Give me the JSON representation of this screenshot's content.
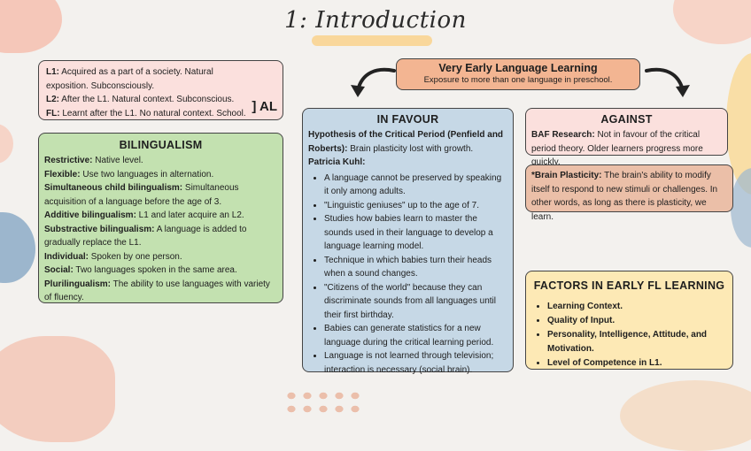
{
  "title": "1: Introduction",
  "center": {
    "title": "Very Early Language Learning",
    "subtitle": "Exposure to more than one language in preschool."
  },
  "al_box": {
    "items": [
      {
        "term": "L1:",
        "text": " Acquired as a part of a society. Natural exposition. Subconsciously."
      },
      {
        "term": "L2:",
        "text": " After the L1. Natural context. Subconscious."
      },
      {
        "term": "FL:",
        "text": " Learnt after the L1. No natural context. School."
      }
    ],
    "bracket_label": "] AL"
  },
  "bilingualism": {
    "title": "BILINGUALISM",
    "items": [
      {
        "term": "Restrictive:",
        "text": " Native level."
      },
      {
        "term": "Flexible:",
        "text": " Use two languages in alternation."
      },
      {
        "term": "Simultaneous child bilingualism:",
        "text": " Simultaneous acquisition of a language before the age of 3."
      },
      {
        "term": "Additive bilingualism:",
        "text": " L1 and later acquire an L2."
      },
      {
        "term": "Substractive bilingualism:",
        "text": " A language is added to gradually replace the L1."
      },
      {
        "term": "Individual:",
        "text": " Spoken by one person."
      },
      {
        "term": "Social:",
        "text": " Two languages spoken in the same area."
      },
      {
        "term": "Plurilingualism:",
        "text": " The ability to use languages with variety of fluency."
      }
    ]
  },
  "in_favour": {
    "title": "IN FAVOUR",
    "hypothesis_term": "Hypothesis of the Critical Period (Penfield and Roberts):",
    "hypothesis_text": " Brain plasticity lost with growth.",
    "kuhl_label": "Patricia Kuhl:",
    "bullets": [
      "A language cannot be preserved by speaking it only among adults.",
      "\"Linguistic geniuses\" up to the age of 7.",
      "Studies how babies learn to master the sounds used in their language to develop a language learning model.",
      "Technique in which babies turn their heads when a sound changes.",
      "\"Citizens of the world\" because they can discriminate sounds from all languages until their first birthday.",
      "Babies can generate statistics for a new language during the critical learning period.",
      "Language is not learned through television; interaction is necessary (social brain)."
    ]
  },
  "against": {
    "title": "AGAINST",
    "term": "BAF Research:",
    "text": " Not in favour of the critical period theory. Older learners progress more quickly."
  },
  "plasticity": {
    "term": "*Brain Plasticity:",
    "text": " The brain's ability to modify itself to respond to new stimuli or challenges. In other words, as long as there is plasticity, we learn."
  },
  "factors": {
    "title": "FACTORS IN EARLY FL LEARNING",
    "items": [
      "Learning Context.",
      "Quality of Input.",
      "Personality, Intelligence, Attitude, and Motivation.",
      "Level of Competence in L1."
    ]
  },
  "colors": {
    "center_fill": "#f3b592",
    "al_fill": "#fbe0dd",
    "bilingualism_fill": "#c3e1b0",
    "favour_fill": "#c6d8e6",
    "against_fill": "#fbe0dd",
    "plasticity_fill": "#ebbfa8",
    "factors_fill": "#fde9b5"
  }
}
